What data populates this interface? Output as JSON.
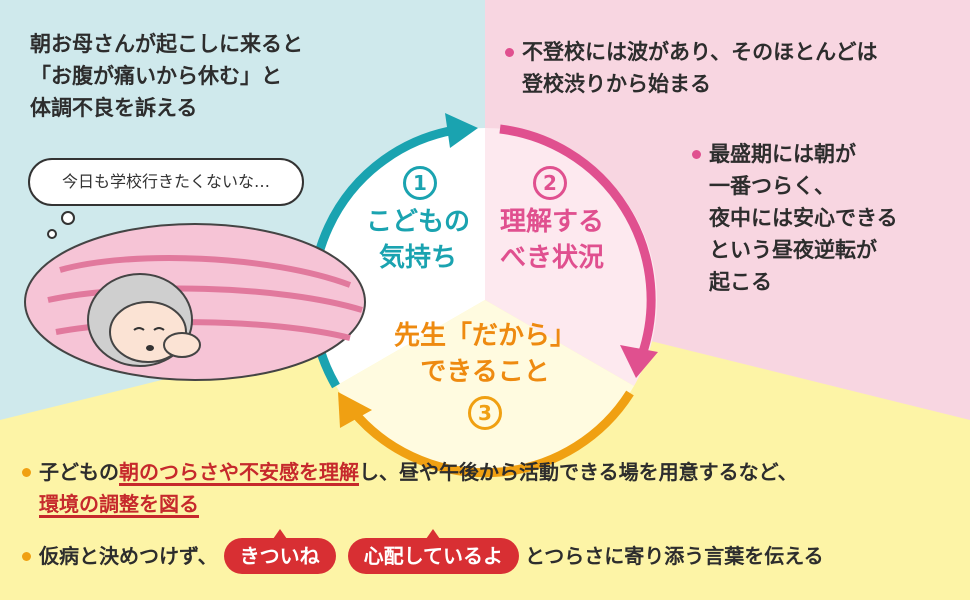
{
  "colors": {
    "child_bg": "#cfe9ec",
    "situation_bg": "#f8d6e1",
    "teacher_bg": "#fdf4a6",
    "teal": "#1aa3b0",
    "pink": "#e0508f",
    "orange": "#f0a012",
    "red": "#d82f33"
  },
  "child": {
    "description_lines": [
      "朝お母さんが起こしに来ると",
      "「お腹が痛いから休む」と",
      "体調不良を訴える"
    ],
    "thought": "今日も学校行きたくないな…"
  },
  "situation": {
    "point1_lines": [
      "不登校には波があり、そのほとんどは",
      "登校渋りから始まる"
    ],
    "point2_lines": [
      "最盛期には朝が",
      "一番つらく、",
      "夜中には安心できる",
      "という昼夜逆転が",
      "起こる"
    ]
  },
  "cycle": {
    "seg1": {
      "number": "1",
      "line1": "こどもの",
      "line2": "気持ち"
    },
    "seg2": {
      "number": "2",
      "line1": "理解する",
      "line2": "べき状況"
    },
    "seg3": {
      "number": "3",
      "line1": "先生「だから」",
      "line2": "できること"
    }
  },
  "actions": {
    "a1_pre": "子どもの",
    "a1_highlight": "朝のつらさや不安感を理解",
    "a1_post": "し、昼や午後から活動できる場を用意するなど、",
    "a1_highlight2": "環境の調整を図る",
    "a2_pre": "仮病と決めつけず、",
    "a2_pill1": "きついね",
    "a2_pill2": "心配しているよ",
    "a2_post": "とつらさに寄り添う言葉を伝える"
  }
}
